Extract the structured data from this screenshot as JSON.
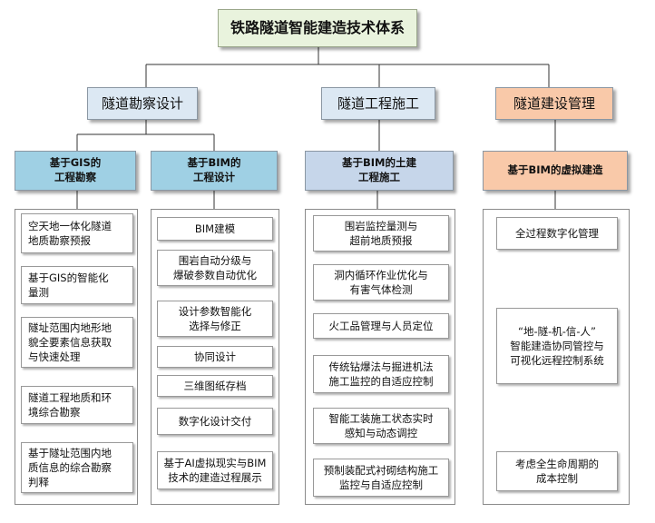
{
  "colors": {
    "root_bg": "#e9f3dd",
    "blue_bg": "#dce8f3",
    "survey_sub_bg": "#9fd0e4",
    "construction_sub_bg": "#c6d6ea",
    "orange_bg": "#f9c9a9",
    "connector": "#333333"
  },
  "root": {
    "label": "铁路隧道智能建造技术体系"
  },
  "branches": [
    {
      "label": "隧道勘察设计"
    },
    {
      "label": "隧道工程施工"
    },
    {
      "label": "隧道建设管理"
    }
  ],
  "columns": [
    {
      "header": "基于GIS的\n工程勘察",
      "items": [
        "空天地一体化隧道\n地质勘察预报",
        "基于GIS的智能化\n量测",
        "隧址范围内地形地\n貌全要素信息获取\n与快速处理",
        "隧道工程地质和环\n境综合勘察",
        "基于隧址范围内地\n质信息的综合勘察\n判释"
      ]
    },
    {
      "header": "基于BIM的\n工程设计",
      "items": [
        "BIM建模",
        "围岩自动分级与\n爆破参数自动优化",
        "设计参数智能化\n选择与修正",
        "协同设计",
        "三维图纸存档",
        "数字化设计交付",
        "基于AI虚拟现实与BIM\n技术的建造过程展示"
      ]
    },
    {
      "header": "基于BIM的土建\n工程施工",
      "items": [
        "围岩监控量测与\n超前地质预报",
        "洞内循环作业优化与\n有害气体检测",
        "火工品管理与人员定位",
        "传统钻爆法与掘进机法\n施工监控的自适应控制",
        "智能工装施工状态实时\n感知与动态调控",
        "预制装配式衬砌结构施工\n监控与自适应控制"
      ]
    },
    {
      "header": "基于BIM的虚拟建造",
      "items": [
        "全过程数字化管理",
        "“地-隧-机-信-人”\n智能建造协同管控与\n可视化远程控制系统",
        "考虑全生命周期的\n成本控制"
      ]
    }
  ]
}
